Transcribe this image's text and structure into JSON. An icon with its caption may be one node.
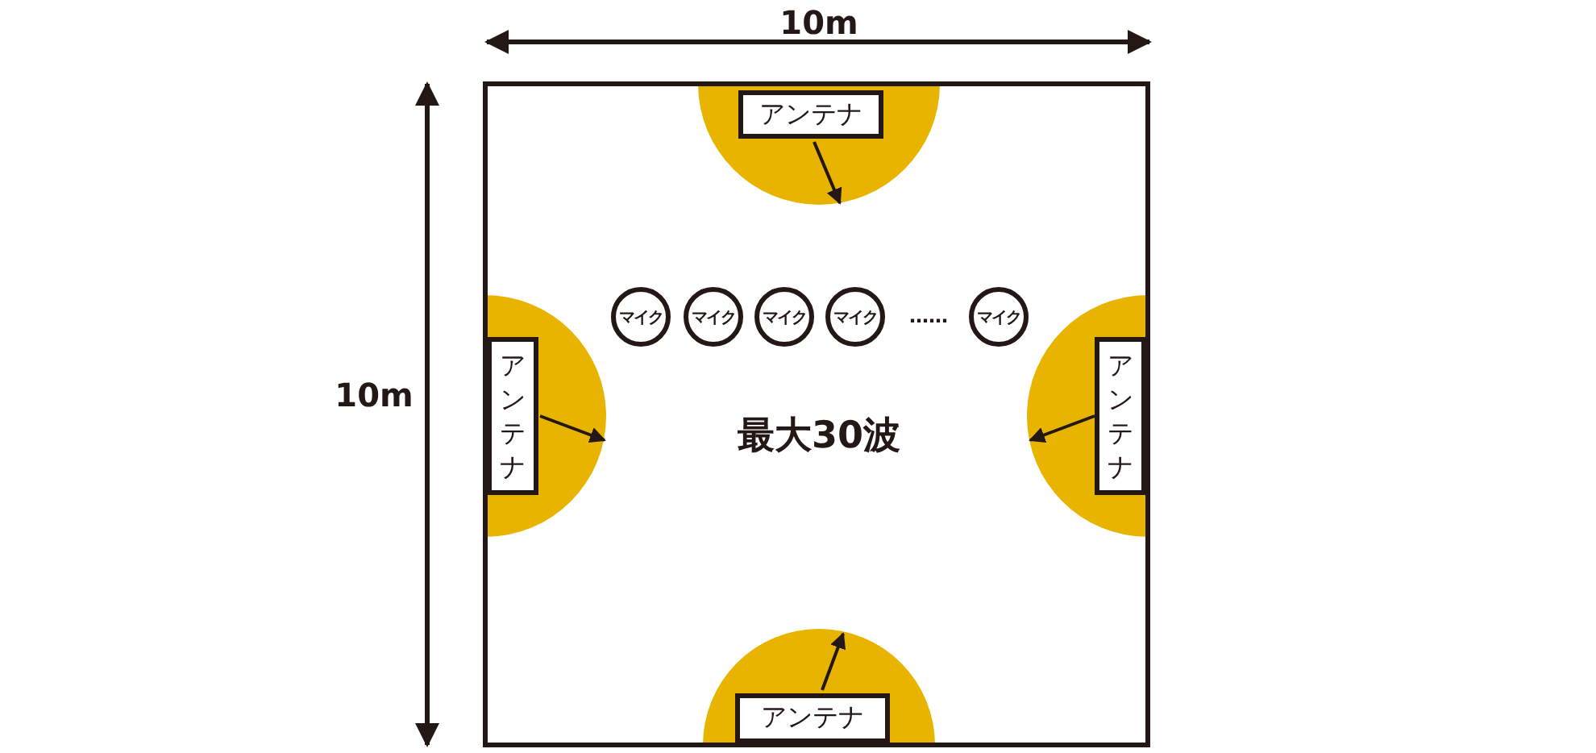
{
  "diagram": {
    "nodes": [
      {
        "text": [
          "アンテナ"
        ]
      },
      {
        "text": [
          "マイク"
        ]
      },
      {
        "text": [
          "マイク"
        ]
      },
      {
        "text": [
          "マイク"
        ]
      },
      {
        "text": [
          "マイク"
        ]
      },
      {
        "text": [
          "マイク"
        ]
      },
      {
        "text": [
          "アンテナ"
        ]
      },
      {
        "text": [
          "アンテナ"
        ]
      },
      {
        "text": [
          "アンテナ"
        ]
      }
    ],
    "labels": [
      "10m",
      "10m",
      "……",
      "最大30波"
    ]
  }
}
